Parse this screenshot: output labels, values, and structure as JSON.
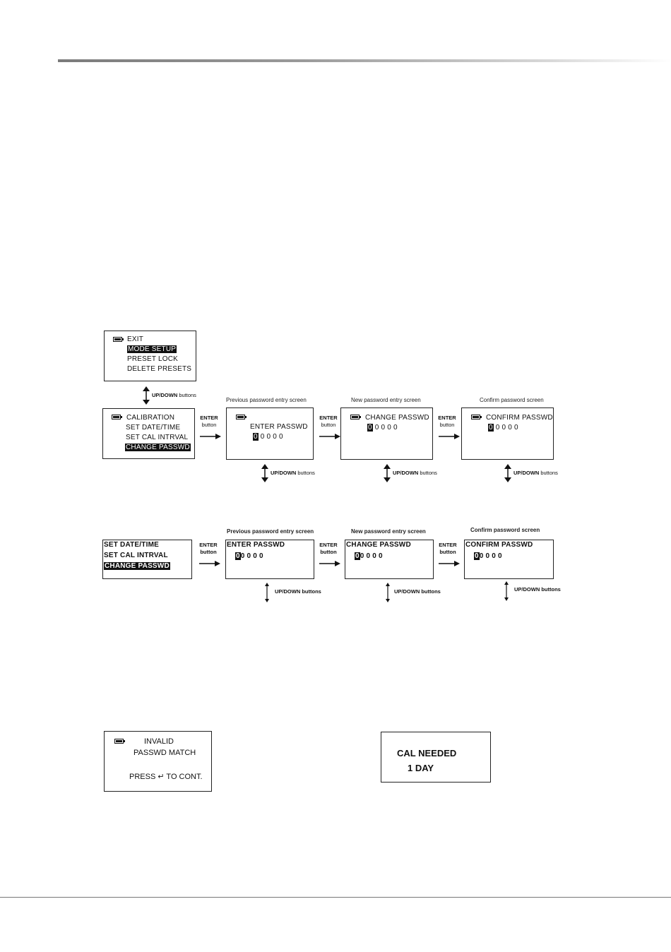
{
  "menu": {
    "exit": "EXIT",
    "mode_setup": "MODE SETUP",
    "preset_lock": "PRESET LOCK",
    "delete_presets": "DELETE PRESETS"
  },
  "updown_label": {
    "bold": "UP/DOWN",
    "rest": " buttons"
  },
  "enter_label": {
    "line1": "ENTER",
    "line2": "button"
  },
  "row1": {
    "menu": {
      "calibration": "CALIBRATION",
      "set_date": "SET DATE/TIME",
      "set_cal": "SET CAL INTRVAL",
      "change_passwd": "CHANGE PASSWD"
    },
    "cap_prev": "Previous password entry screen",
    "cap_new": "New password entry screen",
    "cap_confirm": "Confirm password screen",
    "enter_passwd": "ENTER PASSWD",
    "change_passwd_title": "CHANGE PASSWD",
    "confirm_passwd": "CONFIRM PASSWD",
    "digit_cursor": "0",
    "digits_rest": "0 0 0 0"
  },
  "row2": {
    "menu": {
      "set_date": "SET DATE/TIME",
      "set_cal": "SET CAL INTRVAL",
      "change_passwd": "CHANGE PASSWD"
    },
    "cap_prev": "Previous password entry screen",
    "cap_new": "New password entry screen",
    "cap_confirm": "Confirm password screen",
    "enter_passwd": "ENTER PASSWD",
    "change_passwd_title": "CHANGE PASSWD",
    "confirm_passwd": "CONFIRM PASSWD",
    "digit_cursor": "0",
    "digits_rest": "0 0 0 0"
  },
  "invalid": {
    "line1": "INVALID",
    "line2": "PASSWD MATCH",
    "line3": "PRESS ↵ TO CONT."
  },
  "cal_needed": {
    "line1": "CAL NEEDED",
    "line2": "1 DAY"
  }
}
